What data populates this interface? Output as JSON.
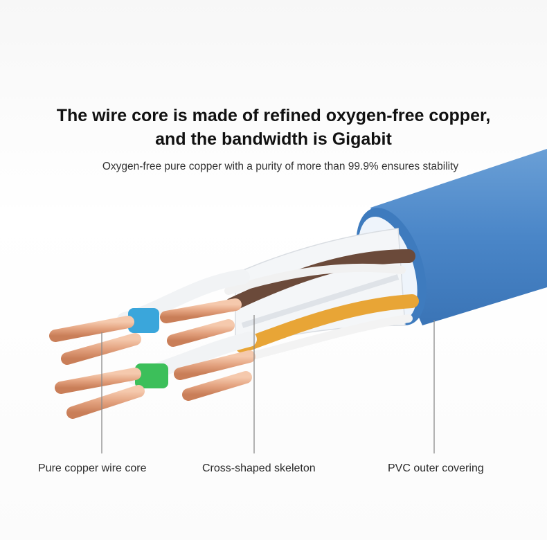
{
  "headline": {
    "line1": "The wire core is made of refined oxygen-free copper,",
    "line2": "and the bandwidth is Gigabit"
  },
  "subheadline": "Oxygen-free pure copper with a purity of more than 99.9% ensures stability",
  "labels": {
    "copper_core": "Pure copper wire core",
    "skeleton": "Cross-shaped skeleton",
    "pvc": "PVC outer covering"
  },
  "colors": {
    "jacket": "#4a86c8",
    "copper": "#e3a27f",
    "blue_pair": "#3aa6db",
    "green_pair": "#3cbf5a",
    "brown_pair": "#6b4a3a",
    "orange_pair": "#e8a536"
  }
}
